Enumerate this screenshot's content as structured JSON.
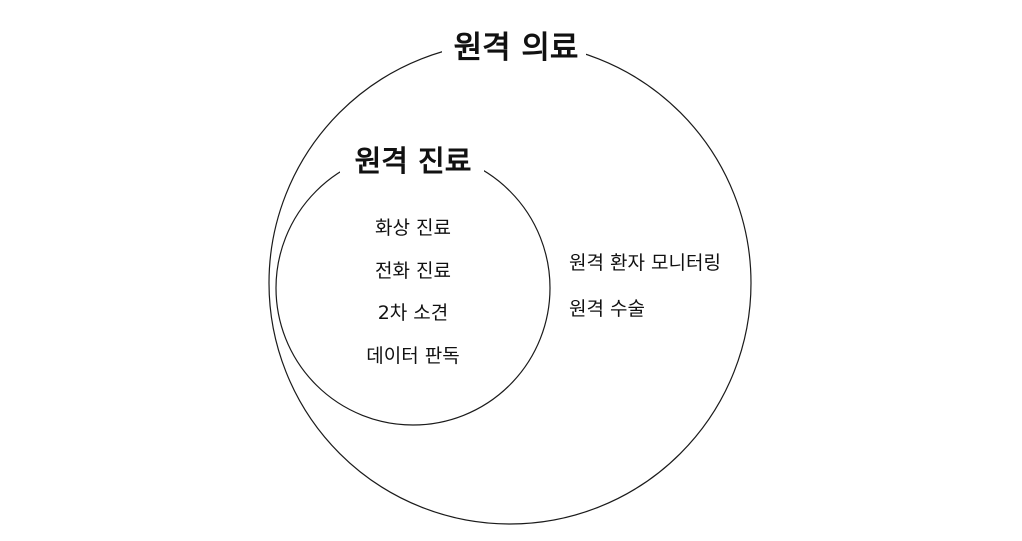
{
  "outer": {
    "title": "원격 의료",
    "items": [
      "원격 환자 모니터링",
      "원격 수술"
    ]
  },
  "inner": {
    "title": "원격 진료",
    "items": [
      "화상 진료",
      "전화 진료",
      "2차 소견",
      "데이터 판독"
    ]
  },
  "colors": {
    "stroke": "#1a1a1a",
    "text": "#111111",
    "background": "#ffffff"
  }
}
